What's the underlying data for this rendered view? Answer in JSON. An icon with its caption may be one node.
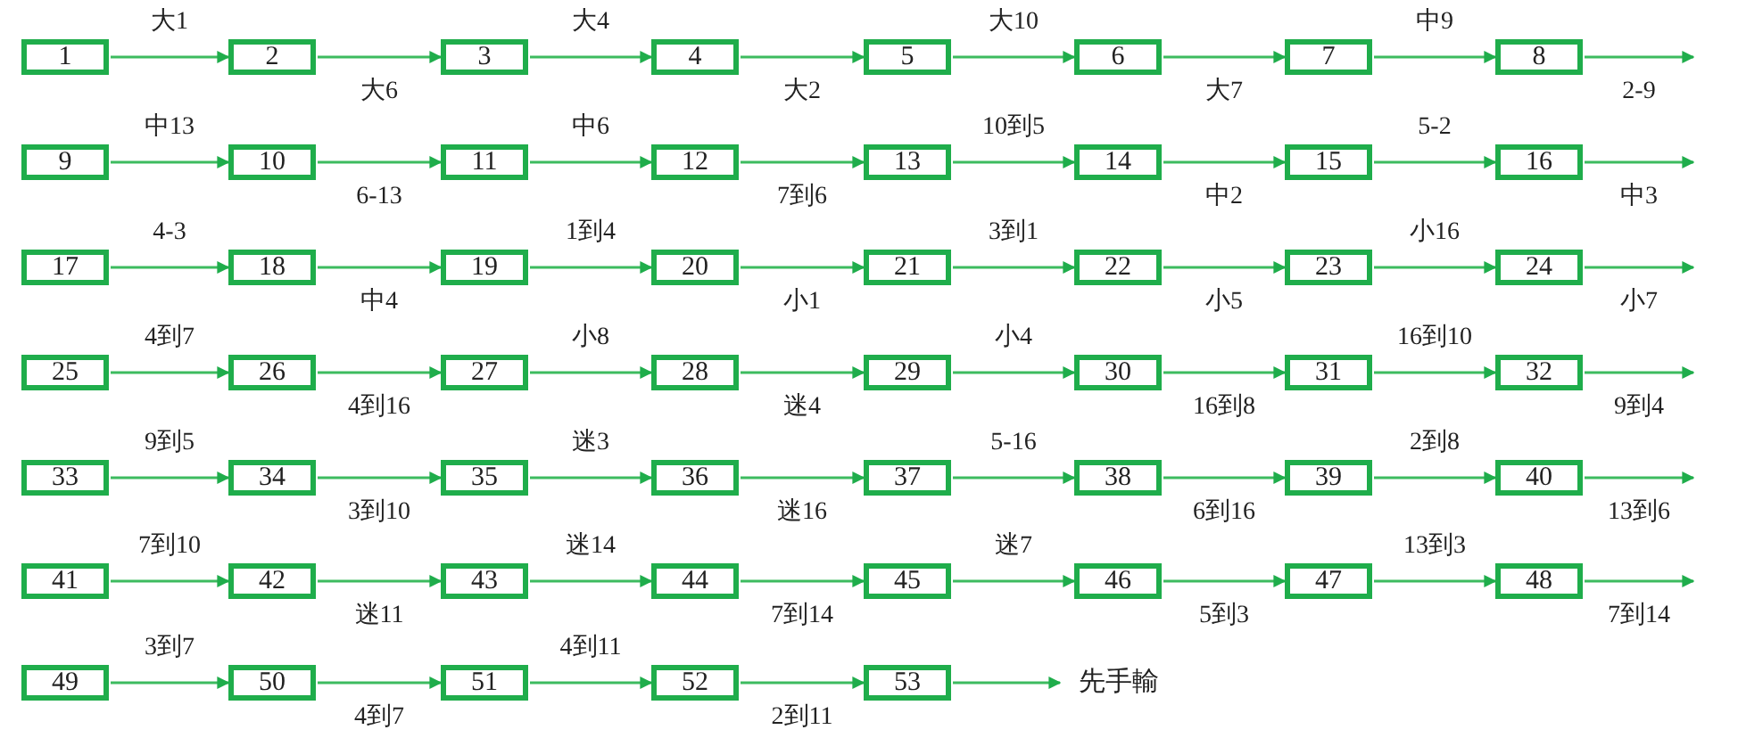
{
  "diagram": {
    "nodes": [
      {
        "text": [
          "1"
        ]
      },
      {
        "text": [
          "2"
        ]
      },
      {
        "text": [
          "3"
        ]
      },
      {
        "text": [
          "4"
        ]
      },
      {
        "text": [
          "5"
        ]
      },
      {
        "text": [
          "6"
        ]
      },
      {
        "text": [
          "7"
        ]
      },
      {
        "text": [
          "8"
        ]
      },
      {
        "text": [
          "9"
        ]
      },
      {
        "text": [
          "10"
        ]
      },
      {
        "text": [
          "11"
        ]
      },
      {
        "text": [
          "12"
        ]
      },
      {
        "text": [
          "13"
        ]
      },
      {
        "text": [
          "14"
        ]
      },
      {
        "text": [
          "15"
        ]
      },
      {
        "text": [
          "16"
        ]
      },
      {
        "text": [
          "17"
        ]
      },
      {
        "text": [
          "18"
        ]
      },
      {
        "text": [
          "19"
        ]
      },
      {
        "text": [
          "20"
        ]
      },
      {
        "text": [
          "21"
        ]
      },
      {
        "text": [
          "22"
        ]
      },
      {
        "text": [
          "23"
        ]
      },
      {
        "text": [
          "24"
        ]
      },
      {
        "text": [
          "25"
        ]
      },
      {
        "text": [
          "26"
        ]
      },
      {
        "text": [
          "27"
        ]
      },
      {
        "text": [
          "28"
        ]
      },
      {
        "text": [
          "29"
        ]
      },
      {
        "text": [
          "30"
        ]
      },
      {
        "text": [
          "31"
        ]
      },
      {
        "text": [
          "32"
        ]
      },
      {
        "text": [
          "33"
        ]
      },
      {
        "text": [
          "34"
        ]
      },
      {
        "text": [
          "35"
        ]
      },
      {
        "text": [
          "36"
        ]
      },
      {
        "text": [
          "37"
        ]
      },
      {
        "text": [
          "38"
        ]
      },
      {
        "text": [
          "39"
        ]
      },
      {
        "text": [
          "40"
        ]
      },
      {
        "text": [
          "41"
        ]
      },
      {
        "text": [
          "42"
        ]
      },
      {
        "text": [
          "43"
        ]
      },
      {
        "text": [
          "44"
        ]
      },
      {
        "text": [
          "45"
        ]
      },
      {
        "text": [
          "46"
        ]
      },
      {
        "text": [
          "47"
        ]
      },
      {
        "text": [
          "48"
        ]
      },
      {
        "text": [
          "49"
        ]
      },
      {
        "text": [
          "50"
        ]
      },
      {
        "text": [
          "51"
        ]
      },
      {
        "text": [
          "52"
        ]
      },
      {
        "text": [
          "53"
        ]
      },
      {
        "text": [
          "先手輸"
        ]
      }
    ],
    "edges": [
      {
        "from": 0,
        "to": 1,
        "arrow": "to",
        "label": "大1"
      },
      {
        "from": 1,
        "to": 2,
        "arrow": "to",
        "label": "大6"
      },
      {
        "from": 2,
        "to": 3,
        "arrow": "to",
        "label": "大4"
      },
      {
        "from": 3,
        "to": 4,
        "arrow": "to",
        "label": "大2"
      },
      {
        "from": 4,
        "to": 5,
        "arrow": "to",
        "label": "大10"
      },
      {
        "from": 5,
        "to": 6,
        "arrow": "to",
        "label": "大7"
      },
      {
        "from": 6,
        "to": 7,
        "arrow": "to",
        "label": "中9"
      },
      {
        "from": 7,
        "to": null,
        "arrow": "to",
        "label": "2-9"
      },
      {
        "from": 8,
        "to": 9,
        "arrow": "to",
        "label": "中13"
      },
      {
        "from": 9,
        "to": 10,
        "arrow": "to",
        "label": "6-13"
      },
      {
        "from": 10,
        "to": 11,
        "arrow": "to",
        "label": "中6"
      },
      {
        "from": 11,
        "to": 12,
        "arrow": "to",
        "label": "7到6"
      },
      {
        "from": 12,
        "to": 13,
        "arrow": "to",
        "label": "10到5"
      },
      {
        "from": 13,
        "to": 14,
        "arrow": "to",
        "label": "中2"
      },
      {
        "from": 14,
        "to": 15,
        "arrow": "to",
        "label": "5-2"
      },
      {
        "from": 15,
        "to": null,
        "arrow": "to",
        "label": "中3"
      },
      {
        "from": 16,
        "to": 17,
        "arrow": "to",
        "label": "4-3"
      },
      {
        "from": 17,
        "to": 18,
        "arrow": "to",
        "label": "中4"
      },
      {
        "from": 18,
        "to": 19,
        "arrow": "to",
        "label": "1到4"
      },
      {
        "from": 19,
        "to": 20,
        "arrow": "to",
        "label": "小1"
      },
      {
        "from": 20,
        "to": 21,
        "arrow": "to",
        "label": "3到1"
      },
      {
        "from": 21,
        "to": 22,
        "arrow": "to",
        "label": "小5"
      },
      {
        "from": 22,
        "to": 23,
        "arrow": "to",
        "label": "小16"
      },
      {
        "from": 23,
        "to": null,
        "arrow": "to",
        "label": "小7"
      },
      {
        "from": 24,
        "to": 25,
        "arrow": "to",
        "label": "4到7"
      },
      {
        "from": 25,
        "to": 26,
        "arrow": "to",
        "label": "4到16"
      },
      {
        "from": 26,
        "to": 27,
        "arrow": "to",
        "label": "小8"
      },
      {
        "from": 27,
        "to": 28,
        "arrow": "to",
        "label": "迷4"
      },
      {
        "from": 28,
        "to": 29,
        "arrow": "to",
        "label": "小4"
      },
      {
        "from": 29,
        "to": 30,
        "arrow": "to",
        "label": "16到8"
      },
      {
        "from": 30,
        "to": 31,
        "arrow": "to",
        "label": "16到10"
      },
      {
        "from": 31,
        "to": null,
        "arrow": "to",
        "label": "9到4"
      },
      {
        "from": 32,
        "to": 33,
        "arrow": "to",
        "label": "9到5"
      },
      {
        "from": 33,
        "to": 34,
        "arrow": "to",
        "label": "3到10"
      },
      {
        "from": 34,
        "to": 35,
        "arrow": "to",
        "label": "迷3"
      },
      {
        "from": 35,
        "to": 36,
        "arrow": "to",
        "label": "迷16"
      },
      {
        "from": 36,
        "to": 37,
        "arrow": "to",
        "label": "5-16"
      },
      {
        "from": 37,
        "to": 38,
        "arrow": "to",
        "label": "6到16"
      },
      {
        "from": 38,
        "to": 39,
        "arrow": "to",
        "label": "2到8"
      },
      {
        "from": 39,
        "to": null,
        "arrow": "to",
        "label": "13到6"
      },
      {
        "from": 40,
        "to": 41,
        "arrow": "to",
        "label": "7到10"
      },
      {
        "from": 41,
        "to": 42,
        "arrow": "to",
        "label": "迷11"
      },
      {
        "from": 42,
        "to": 43,
        "arrow": "to",
        "label": "迷14"
      },
      {
        "from": 43,
        "to": 44,
        "arrow": "to",
        "label": "7到14"
      },
      {
        "from": 44,
        "to": 45,
        "arrow": "to",
        "label": "迷7"
      },
      {
        "from": 45,
        "to": 46,
        "arrow": "to",
        "label": "5到3"
      },
      {
        "from": 46,
        "to": 47,
        "arrow": "to",
        "label": "13到3"
      },
      {
        "from": 47,
        "to": null,
        "arrow": "to",
        "label": "7到14"
      },
      {
        "from": 48,
        "to": 49,
        "arrow": "to",
        "label": "3到7"
      },
      {
        "from": 49,
        "to": 50,
        "arrow": "to",
        "label": "4到7"
      },
      {
        "from": 50,
        "to": 51,
        "arrow": "to",
        "label": "4到11"
      },
      {
        "from": 51,
        "to": 52,
        "arrow": "to",
        "label": "2到11"
      },
      {
        "from": 52,
        "to": 53,
        "arrow": "to"
      }
    ]
  }
}
